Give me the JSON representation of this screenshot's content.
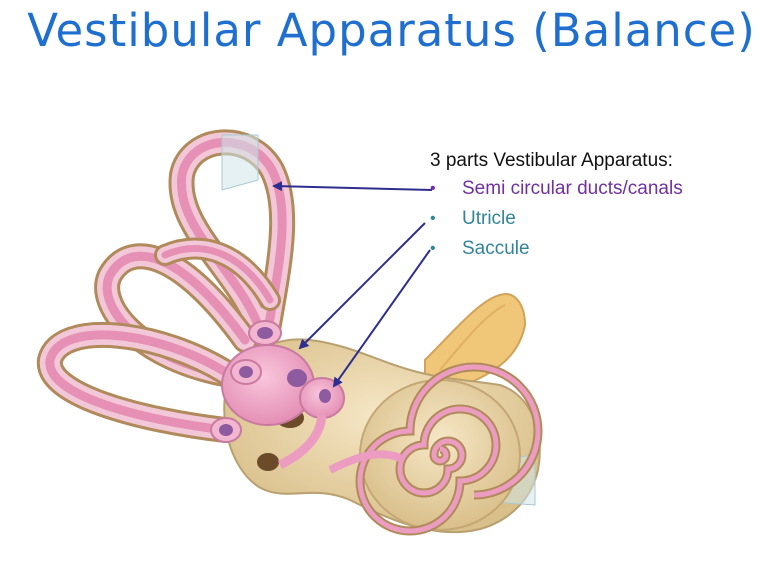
{
  "title": "Vestibular Apparatus (Balance)",
  "labels": {
    "heading": "3 parts Vestibular Apparatus:",
    "parts": [
      {
        "text": "Semi circular ducts/canals",
        "color": "#7030a0"
      },
      {
        "text": "Utricle",
        "color": "#31849b"
      },
      {
        "text": "Saccule",
        "color": "#31849b"
      }
    ]
  },
  "colors": {
    "title": "#1f6fd0",
    "arrow": "#2e2e8e",
    "membrane": "#ec9cc0",
    "bone": "#e8d3a6"
  }
}
